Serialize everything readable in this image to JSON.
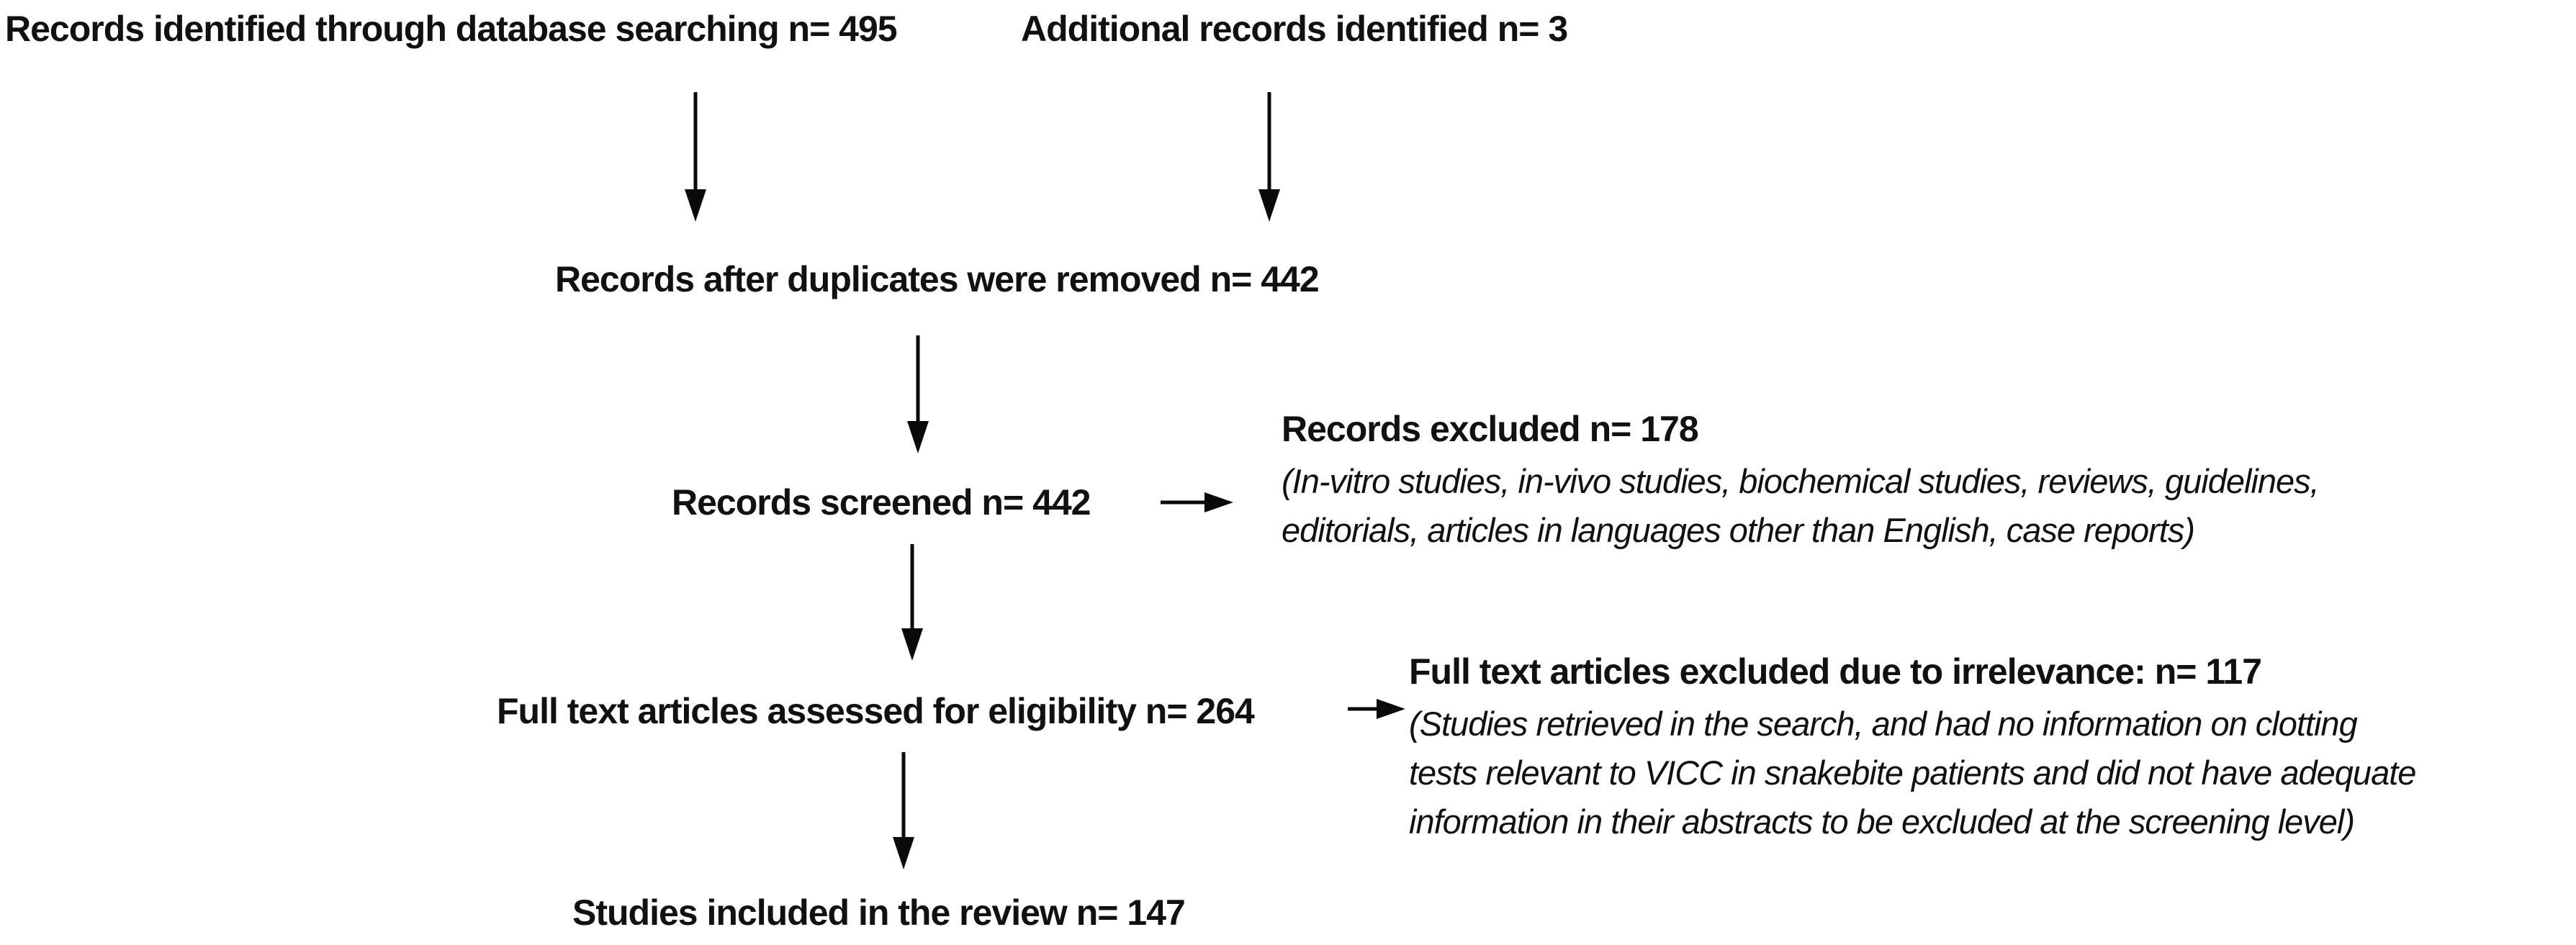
{
  "diagram": {
    "kind": "study-selection-flow",
    "nodes": {
      "identified": {
        "label": "Records identified through database searching n= 495"
      },
      "additional": {
        "label": "Additional records identified n= 3"
      },
      "deduplicated": {
        "label": "Records after duplicates were removed n= 442"
      },
      "screened": {
        "label": "Records screened n= 442"
      },
      "fulltext": {
        "label": "Full text articles assessed for eligibility n= 264"
      },
      "included": {
        "label": "Studies included in the review n= 147"
      },
      "excluded_screening": {
        "title": "Records excluded n= 178",
        "lines": [
          "(In-vitro studies, in-vivo studies, biochemical studies, reviews, guidelines,",
          "editorials, articles in languages other than English, case reports)"
        ]
      },
      "excluded_fulltext": {
        "title": "Full text articles excluded due to irrelevance: n= 117",
        "lines": [
          "(Studies retrieved in the search, and had no information on clotting",
          "tests relevant to VICC in snakebite patients and did not have adequate",
          "information in their abstracts to be excluded at the screening level)"
        ]
      }
    },
    "colors": {
      "background": "#ffffff",
      "text": "#111111",
      "arrow": "#0a0a0a"
    }
  }
}
